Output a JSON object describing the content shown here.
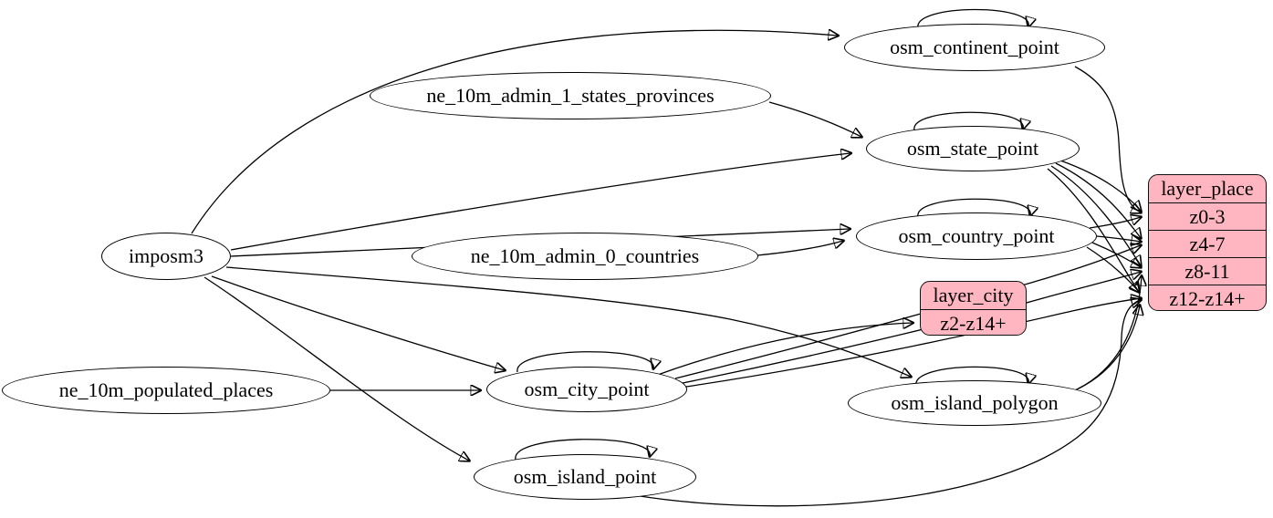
{
  "colors": {
    "background": "#ffffff",
    "node_fill": "#ffffff",
    "record_fill": "#ffb6c1",
    "edge": "#000000"
  },
  "nodes": {
    "imposm3": "imposm3",
    "ne_10m_admin_1_states_provinces": "ne_10m_admin_1_states_provinces",
    "ne_10m_admin_0_countries": "ne_10m_admin_0_countries",
    "ne_10m_populated_places": "ne_10m_populated_places",
    "osm_continent_point": "osm_continent_point",
    "osm_state_point": "osm_state_point",
    "osm_country_point": "osm_country_point",
    "osm_city_point": "osm_city_point",
    "osm_island_polygon": "osm_island_polygon",
    "osm_island_point": "osm_island_point"
  },
  "records": {
    "layer_city": {
      "title": "layer_city",
      "rows": [
        "z2-z14+"
      ]
    },
    "layer_place": {
      "title": "layer_place",
      "rows": [
        "z0-3",
        "z4-7",
        "z8-11",
        "z12-z14+"
      ]
    }
  },
  "edges": [
    {
      "from": "imposm3",
      "to": "osm_continent_point"
    },
    {
      "from": "imposm3",
      "to": "osm_state_point"
    },
    {
      "from": "imposm3",
      "to": "osm_country_point"
    },
    {
      "from": "imposm3",
      "to": "osm_city_point"
    },
    {
      "from": "imposm3",
      "to": "osm_island_polygon"
    },
    {
      "from": "imposm3",
      "to": "osm_island_point"
    },
    {
      "from": "ne_10m_admin_1_states_provinces",
      "to": "osm_state_point"
    },
    {
      "from": "ne_10m_admin_0_countries",
      "to": "osm_country_point"
    },
    {
      "from": "ne_10m_populated_places",
      "to": "osm_city_point"
    },
    {
      "from": "osm_continent_point",
      "to": "osm_continent_point"
    },
    {
      "from": "osm_state_point",
      "to": "osm_state_point"
    },
    {
      "from": "osm_country_point",
      "to": "osm_country_point"
    },
    {
      "from": "osm_city_point",
      "to": "osm_city_point"
    },
    {
      "from": "osm_island_polygon",
      "to": "osm_island_polygon"
    },
    {
      "from": "osm_island_point",
      "to": "osm_island_point"
    },
    {
      "from": "osm_continent_point",
      "to": "layer_place.z0-3"
    },
    {
      "from": "osm_state_point",
      "to": "layer_place.z0-3"
    },
    {
      "from": "osm_state_point",
      "to": "layer_place.z4-7"
    },
    {
      "from": "osm_state_point",
      "to": "layer_place.z8-11"
    },
    {
      "from": "osm_state_point",
      "to": "layer_place.z12-z14+"
    },
    {
      "from": "osm_country_point",
      "to": "layer_place.z0-3"
    },
    {
      "from": "osm_country_point",
      "to": "layer_place.z4-7"
    },
    {
      "from": "osm_country_point",
      "to": "layer_place.z8-11"
    },
    {
      "from": "osm_country_point",
      "to": "layer_place.z12-z14+"
    },
    {
      "from": "osm_city_point",
      "to": "layer_city.z2-z14+"
    },
    {
      "from": "osm_city_point",
      "to": "layer_place.z4-7"
    },
    {
      "from": "osm_city_point",
      "to": "layer_place.z8-11"
    },
    {
      "from": "osm_city_point",
      "to": "layer_place.z12-z14+"
    },
    {
      "from": "osm_island_polygon",
      "to": "layer_place.z8-11"
    },
    {
      "from": "osm_island_polygon",
      "to": "layer_place.z12-z14+"
    },
    {
      "from": "osm_island_point",
      "to": "layer_place.z12-z14+"
    }
  ]
}
